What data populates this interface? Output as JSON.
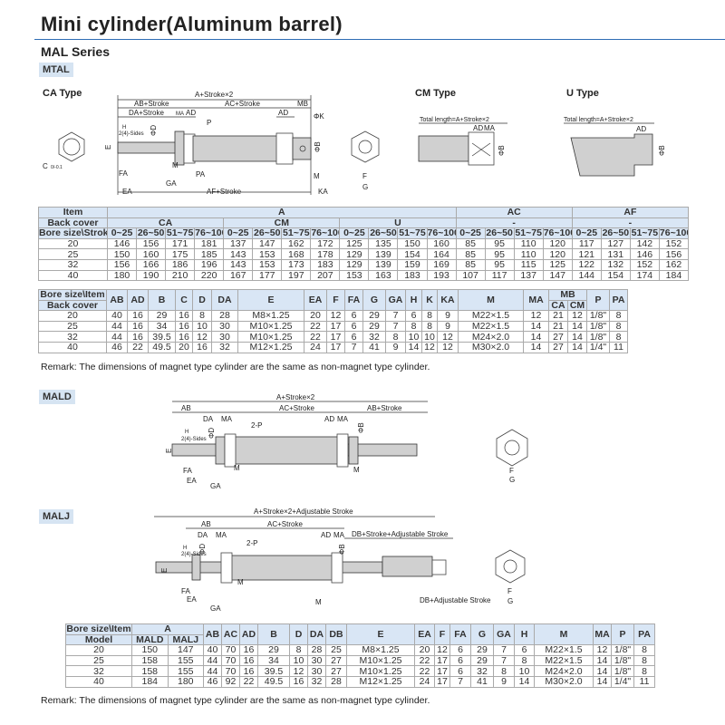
{
  "title": "Mini cylinder(Aluminum barrel)",
  "series": "MAL Series",
  "sections": {
    "mtal": "MTAL",
    "mald": "MALD",
    "malj": "MALJ"
  },
  "types": {
    "ca": "CA Type",
    "cm": "CM Type",
    "u": "U Type"
  },
  "drawings": {
    "ca": [
      "A+Stroke×2",
      "AB+Stroke",
      "AC+Stroke",
      "MB",
      "DA+Stroke",
      "MA",
      "AD",
      "AD",
      "ΦK",
      "P",
      "H",
      "2(4)-Sides",
      "ΦD",
      "E",
      "ΦB",
      "C",
      "0/-0.1",
      "FA",
      "M",
      "PA",
      "GA",
      "M",
      "EA",
      "AF+Stroke",
      "KA",
      "F",
      "G"
    ],
    "cm": [
      "Total length=A+Stroke×2",
      "AD",
      "MA",
      "ΦB"
    ],
    "u": [
      "Total length=A+Stroke×2",
      "AD",
      "ΦB"
    ],
    "mald": [
      "A+Stroke×2",
      "AB",
      "AC+Stroke",
      "AB+Stroke",
      "DA",
      "MA",
      "AD",
      "MA",
      "2-P",
      "ΦB",
      "H",
      "2(4)-Sides",
      "ΦD",
      "E",
      "FA",
      "M",
      "M",
      "EA",
      "GA",
      "F",
      "G"
    ],
    "malj": [
      "A+Stroke×2+Adjustable Stroke",
      "AB",
      "AC+Stroke",
      "DB+Stroke+Adjustable Stroke",
      "DA",
      "MA",
      "AD",
      "MA",
      "2-P",
      "H",
      "2(4)-Sides",
      "ΦD",
      "ΦB",
      "E",
      "FA",
      "EA",
      "M",
      "GA",
      "M",
      "DB+Adjustable Stroke",
      "F",
      "G"
    ]
  },
  "table1": {
    "item": "Item",
    "back_cover": "Back cover",
    "bore_stroke": "Bore size\\Stroke",
    "groups": [
      "A",
      "AC",
      "AF"
    ],
    "covers": [
      "CA",
      "CM",
      "U",
      "-",
      "-"
    ],
    "strokes": [
      "0~25",
      "26~50",
      "51~75",
      "76~100"
    ],
    "rows": [
      [
        "20",
        "146",
        "156",
        "171",
        "181",
        "137",
        "147",
        "162",
        "172",
        "125",
        "135",
        "150",
        "160",
        "85",
        "95",
        "110",
        "120",
        "117",
        "127",
        "142",
        "152"
      ],
      [
        "25",
        "150",
        "160",
        "175",
        "185",
        "143",
        "153",
        "168",
        "178",
        "129",
        "139",
        "154",
        "164",
        "85",
        "95",
        "110",
        "120",
        "121",
        "131",
        "146",
        "156"
      ],
      [
        "32",
        "156",
        "166",
        "186",
        "196",
        "143",
        "153",
        "173",
        "183",
        "129",
        "139",
        "159",
        "169",
        "85",
        "95",
        "115",
        "125",
        "122",
        "132",
        "152",
        "162"
      ],
      [
        "40",
        "180",
        "190",
        "210",
        "220",
        "167",
        "177",
        "197",
        "207",
        "153",
        "163",
        "183",
        "193",
        "107",
        "117",
        "137",
        "147",
        "144",
        "154",
        "174",
        "184"
      ]
    ]
  },
  "table2": {
    "bore_item": "Bore size\\Item",
    "back_cover": "Back cover",
    "cols": [
      "AB",
      "AD",
      "B",
      "C",
      "D",
      "DA",
      "E",
      "EA",
      "F",
      "FA",
      "G",
      "GA",
      "H",
      "K",
      "KA",
      "M",
      "MA"
    ],
    "mb": "MB",
    "mb_sub": [
      "CA",
      "CM"
    ],
    "tail": [
      "P",
      "PA"
    ],
    "rows": [
      [
        "20",
        "40",
        "16",
        "29",
        "16",
        "8",
        "28",
        "M8×1.25",
        "20",
        "12",
        "6",
        "29",
        "7",
        "6",
        "8",
        "9",
        "M22×1.5",
        "12",
        "21",
        "12",
        "1/8\"",
        "8"
      ],
      [
        "25",
        "44",
        "16",
        "34",
        "16",
        "10",
        "30",
        "M10×1.25",
        "22",
        "17",
        "6",
        "29",
        "7",
        "8",
        "8",
        "9",
        "M22×1.5",
        "14",
        "21",
        "14",
        "1/8\"",
        "8"
      ],
      [
        "32",
        "44",
        "16",
        "39.5",
        "16",
        "12",
        "30",
        "M10×1.25",
        "22",
        "17",
        "6",
        "32",
        "8",
        "10",
        "10",
        "12",
        "M24×2.0",
        "14",
        "27",
        "14",
        "1/8\"",
        "8"
      ],
      [
        "40",
        "46",
        "22",
        "49.5",
        "20",
        "16",
        "32",
        "M12×1.25",
        "24",
        "17",
        "7",
        "41",
        "9",
        "14",
        "12",
        "12",
        "M30×2.0",
        "14",
        "27",
        "14",
        "1/4\"",
        "11"
      ]
    ]
  },
  "table3": {
    "bore_item": "Bore size\\Item",
    "model": "Model",
    "a": "A",
    "a_sub": [
      "MALD",
      "MALJ"
    ],
    "cols": [
      "AB",
      "AC",
      "AD",
      "B",
      "D",
      "DA",
      "DB",
      "E",
      "EA",
      "F",
      "FA",
      "G",
      "GA",
      "H",
      "M",
      "MA",
      "P",
      "PA"
    ],
    "rows": [
      [
        "20",
        "150",
        "147",
        "40",
        "70",
        "16",
        "29",
        "8",
        "28",
        "25",
        "M8×1.25",
        "20",
        "12",
        "6",
        "29",
        "7",
        "6",
        "M22×1.5",
        "12",
        "1/8\"",
        "8"
      ],
      [
        "25",
        "158",
        "155",
        "44",
        "70",
        "16",
        "34",
        "10",
        "30",
        "27",
        "M10×1.25",
        "22",
        "17",
        "6",
        "29",
        "7",
        "8",
        "M22×1.5",
        "14",
        "1/8\"",
        "8"
      ],
      [
        "32",
        "158",
        "155",
        "44",
        "70",
        "16",
        "39.5",
        "12",
        "30",
        "27",
        "M10×1.25",
        "22",
        "17",
        "6",
        "32",
        "8",
        "10",
        "M24×2.0",
        "14",
        "1/8\"",
        "8"
      ],
      [
        "40",
        "184",
        "180",
        "46",
        "92",
        "22",
        "49.5",
        "16",
        "32",
        "28",
        "M12×1.25",
        "24",
        "17",
        "7",
        "41",
        "9",
        "14",
        "M30×2.0",
        "14",
        "1/4\"",
        "11"
      ]
    ]
  },
  "remark": "Remark: The dimensions of magnet type cylinder are the same as non-magnet type cylinder."
}
